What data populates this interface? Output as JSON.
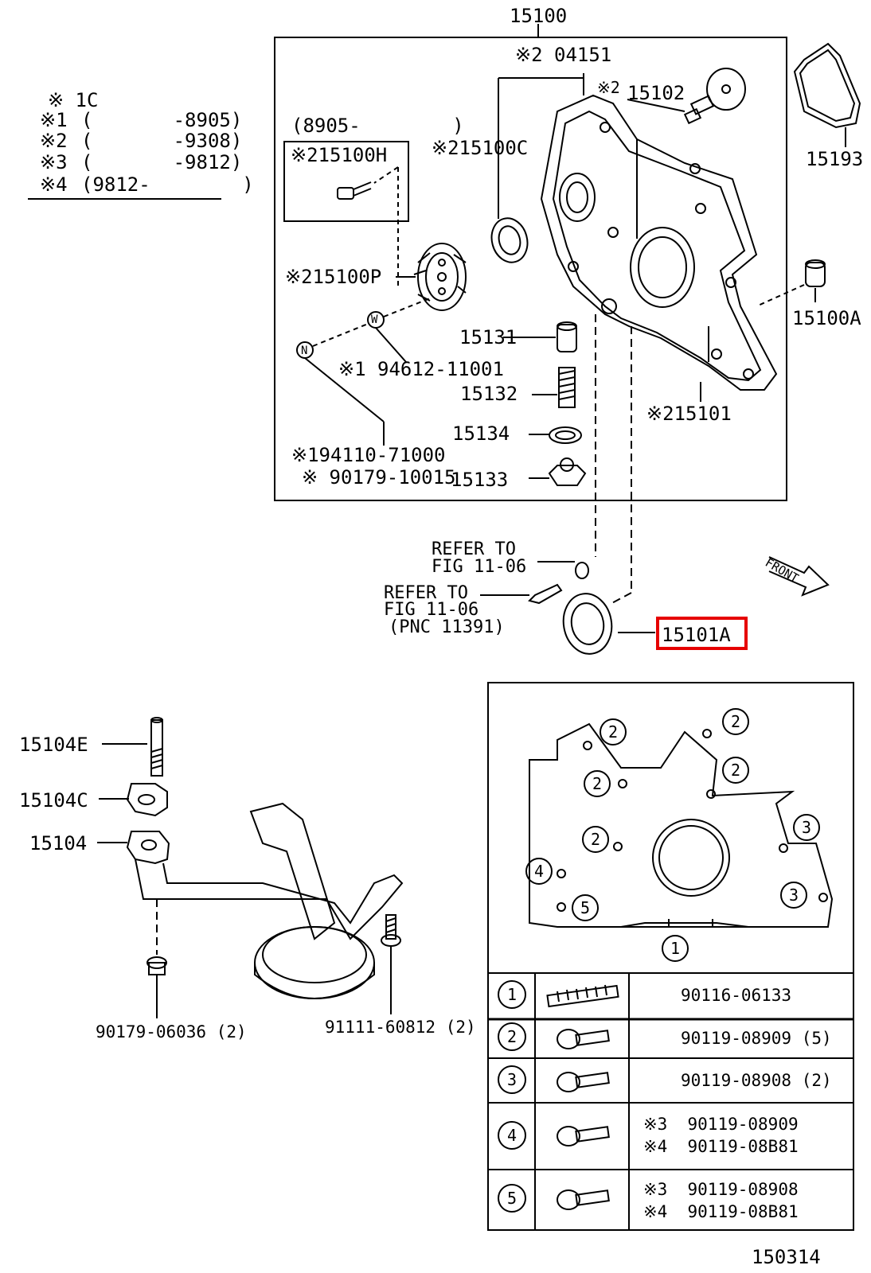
{
  "assembly_number": "15100",
  "diagram_code": "150314",
  "legend": {
    "title": "※  1C",
    "rows": [
      {
        "mark": "※1",
        "range": "(       -8905)"
      },
      {
        "mark": "※2",
        "range": "(       -9308)"
      },
      {
        "mark": "※3",
        "range": "(       -9812)"
      },
      {
        "mark": "※4",
        "range": "(9812-        )"
      }
    ]
  },
  "variant_box": {
    "range_label": "(8905-        )",
    "part": "※215100H"
  },
  "callouts": {
    "p04151": "※2 04151",
    "p15102": "15102",
    "p15102_mark": "※2",
    "p15100C": "※215100C",
    "p15100P": "※215100P",
    "p15193": "15193",
    "p15100A": "15100A",
    "p15131": "15131",
    "p15132": "15132",
    "p15134": "15134",
    "p15133": "15133",
    "p15101": "※215101",
    "p94612": "※1 94612-11001",
    "p94110": "※194110-71000",
    "p90179_10015": "※ 90179-10015",
    "refer1_line1": "REFER TO",
    "refer1_line2": "FIG 11-06",
    "refer2_line1": "REFER TO",
    "refer2_line2": "FIG 11-06",
    "refer2_line3": "(PNC 11391)",
    "highlighted": "15101A",
    "front": "FRONT",
    "p15104E": "15104E",
    "p15104C": "15104C",
    "p15104": "15104",
    "p90179_06036": "90179-06036 (2)",
    "p91111_60812": "91111-60812 (2)",
    "marker_W": "W",
    "marker_N": "N"
  },
  "bolt_positions": [
    "2",
    "2",
    "2",
    "2",
    "2",
    "3",
    "4",
    "3",
    "5",
    "1"
  ],
  "bolt_table": [
    {
      "num": "1",
      "lines": [
        "90116-06133"
      ]
    },
    {
      "num": "2",
      "lines": [
        "90119-08909 (5)"
      ]
    },
    {
      "num": "3",
      "lines": [
        "90119-08908 (2)"
      ]
    },
    {
      "num": "4",
      "lines": [
        "※3  90119-08909",
        "※4  90119-08B81"
      ]
    },
    {
      "num": "5",
      "lines": [
        "※3  90119-08908",
        "※4  90119-08B81"
      ]
    }
  ],
  "colors": {
    "line": "#000000",
    "highlight": "#e60000",
    "background": "#ffffff"
  }
}
